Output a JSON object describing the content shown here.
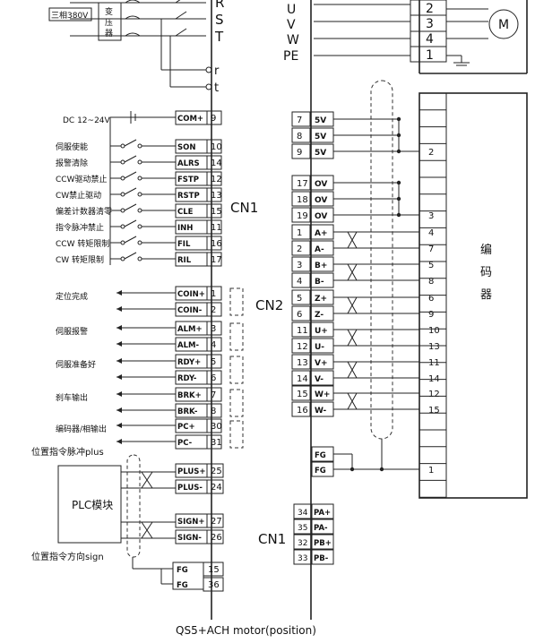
{
  "caption": "QS5+ACH motor(position)",
  "power": {
    "supply_label": "三相380V",
    "transformer_label": [
      "变",
      "压",
      "器"
    ],
    "phases": [
      "R",
      "S",
      "T"
    ],
    "aux": [
      "r",
      "t"
    ]
  },
  "motor": {
    "phases": [
      "U",
      "V",
      "W",
      "PE"
    ],
    "pins": [
      "2",
      "3",
      "4",
      "1"
    ],
    "symbol": "M"
  },
  "cn1": {
    "label": "CN1",
    "dc_label": "DC 12~24V",
    "com_pin": {
      "name": "COM+",
      "num": "9"
    },
    "inputs": [
      {
        "label": "伺服使能",
        "name": "SON",
        "num": "10"
      },
      {
        "label": "报警清除",
        "name": "ALRS",
        "num": "14"
      },
      {
        "label": "CCW驱动禁止",
        "name": "FSTP",
        "num": "12"
      },
      {
        "label": "CW禁止驱动",
        "name": "RSTP",
        "num": "13"
      },
      {
        "label": "偏差计数器清零",
        "name": "CLE",
        "num": "15"
      },
      {
        "label": "指令脉冲禁止",
        "name": "INH",
        "num": "11"
      },
      {
        "label": "CCW 转矩限制",
        "name": "FIL",
        "num": "16"
      },
      {
        "label": "CW 转矩限制",
        "name": "RIL",
        "num": "17"
      }
    ],
    "outputs": [
      {
        "label": "定位完成",
        "pins": [
          {
            "name": "COIN+",
            "num": "1"
          },
          {
            "name": "COIN-",
            "num": "2"
          }
        ]
      },
      {
        "label": "伺服报警",
        "pins": [
          {
            "name": "ALM+",
            "num": "3"
          },
          {
            "name": "ALM-",
            "num": "4"
          }
        ]
      },
      {
        "label": "伺服准备好",
        "pins": [
          {
            "name": "RDY+",
            "num": "5"
          },
          {
            "name": "RDY-",
            "num": "6"
          }
        ]
      },
      {
        "label": "刹车输出",
        "pins": [
          {
            "name": "BRK+",
            "num": "7"
          },
          {
            "name": "BRK-",
            "num": "8"
          }
        ]
      },
      {
        "label": "编码器/相输出",
        "pins": [
          {
            "name": "PC+",
            "num": "30"
          },
          {
            "name": "PC-",
            "num": "31"
          }
        ]
      }
    ],
    "plc_label": "PLC模块",
    "pulse_label": "位置指令脉冲plus",
    "dir_label": "位置指令方向sign",
    "plc_pins": [
      {
        "name": "PLUS+",
        "num": "25"
      },
      {
        "name": "PLUS-",
        "num": "24"
      },
      {
        "name": "SIGN+",
        "num": "27"
      },
      {
        "name": "SIGN-",
        "num": "26"
      },
      {
        "name": "FG",
        "num": "15"
      },
      {
        "name": "FG",
        "num": "36"
      }
    ]
  },
  "cn2": {
    "label": "CN2",
    "pins": [
      {
        "num": "7",
        "name": "5V",
        "enc": ""
      },
      {
        "num": "8",
        "name": "5V",
        "enc": ""
      },
      {
        "num": "9",
        "name": "5V",
        "enc": "2"
      },
      {
        "num": "17",
        "name": "OV",
        "enc": ""
      },
      {
        "num": "18",
        "name": "OV",
        "enc": ""
      },
      {
        "num": "19",
        "name": "OV",
        "enc": "3"
      },
      {
        "num": "1",
        "name": "A+",
        "enc": "4"
      },
      {
        "num": "2",
        "name": "A-",
        "enc": "7"
      },
      {
        "num": "3",
        "name": "B+",
        "enc": "5"
      },
      {
        "num": "4",
        "name": "B-",
        "enc": "8"
      },
      {
        "num": "5",
        "name": "Z+",
        "enc": "6"
      },
      {
        "num": "6",
        "name": "Z-",
        "enc": "9"
      },
      {
        "num": "11",
        "name": "U+",
        "enc": "10"
      },
      {
        "num": "12",
        "name": "U-",
        "enc": "13"
      },
      {
        "num": "13",
        "name": "V+",
        "enc": "11"
      },
      {
        "num": "14",
        "name": "V-",
        "enc": "14"
      },
      {
        "num": "15",
        "name": "W+",
        "enc": "12"
      },
      {
        "num": "16",
        "name": "W-",
        "enc": "15"
      }
    ],
    "fg_pins": [
      "FG",
      "FG"
    ],
    "fg_enc": "1",
    "encoder_label": [
      "编",
      "码",
      "器"
    ]
  },
  "cn1_right": {
    "label": "CN1",
    "pins": [
      {
        "num": "34",
        "name": "PA+"
      },
      {
        "num": "35",
        "name": "PA-"
      },
      {
        "num": "32",
        "name": "PB+"
      },
      {
        "num": "33",
        "name": "PB-"
      }
    ]
  }
}
